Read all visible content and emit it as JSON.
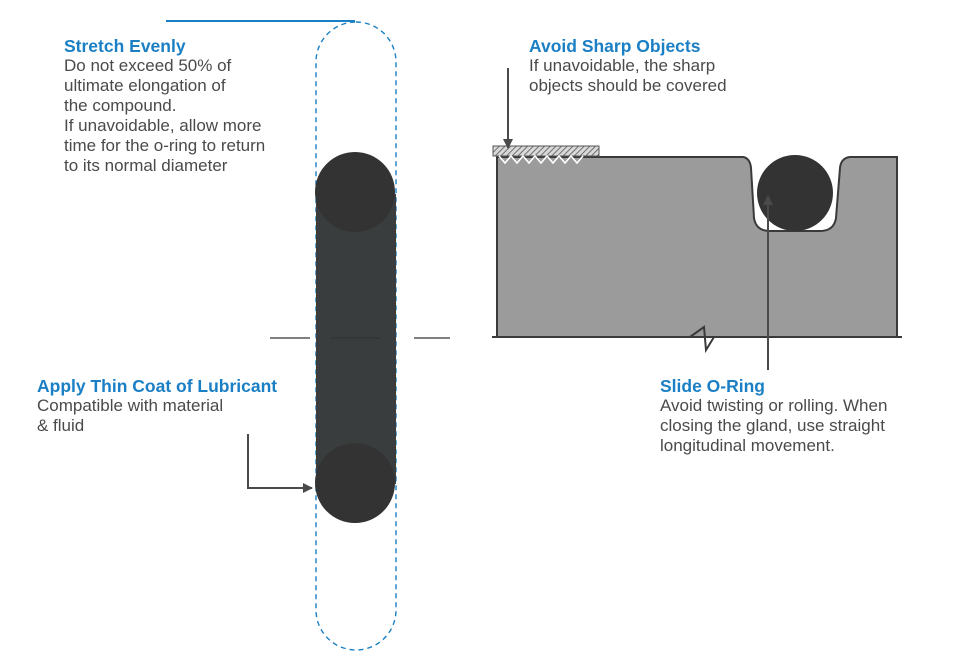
{
  "colors": {
    "accent": "#1a7fc4",
    "text": "#4a4a4a",
    "oring": "#333333",
    "oring_band": "#3a3d3e",
    "gland": "#9b9b9b",
    "outline": "#3a3a3a",
    "dashed": "#1a7fc4"
  },
  "notes": {
    "stretch": {
      "title": "Stretch Evenly",
      "lines": [
        "Do not exceed 50% of",
        "ultimate elongation of",
        "the compound.",
        "If unavoidable, allow more",
        "time for the o-ring to return",
        "to its normal diameter"
      ]
    },
    "sharp": {
      "title": "Avoid Sharp Objects",
      "lines": [
        "If unavoidable, the sharp",
        "objects should be covered"
      ]
    },
    "lubricant": {
      "title": "Apply Thin Coat of Lubricant",
      "lines": [
        "Compatible with material",
        "& fluid"
      ]
    },
    "slide": {
      "title": "Slide O-Ring",
      "lines": [
        "Avoid twisting or rolling. When",
        "closing the gland, use straight",
        "longitudinal movement."
      ]
    }
  }
}
